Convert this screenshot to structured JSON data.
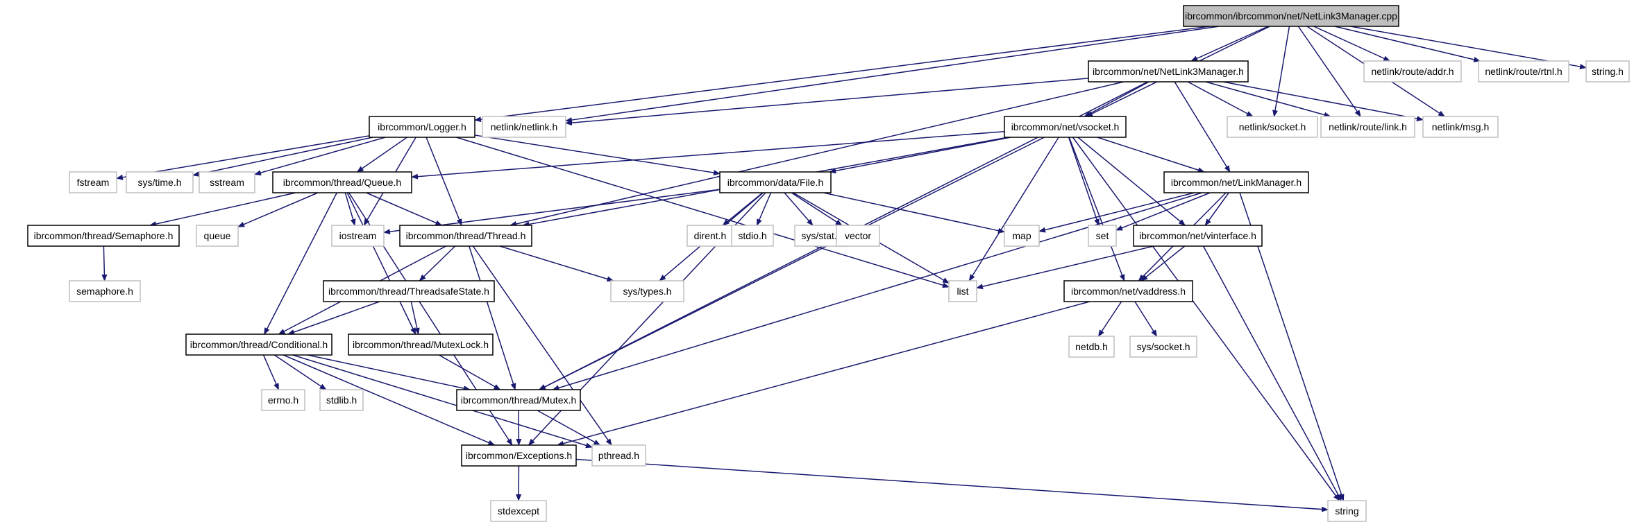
{
  "title": "ibrcommon/ibrcommon/net/NetLink3Manager.cpp include dependency graph",
  "colors": {
    "edge": "#191970",
    "root_fill": "#bfbfbf",
    "local_border": "#000000",
    "system_border": "#bfbfbf"
  },
  "nodes": [
    {
      "id": "root",
      "label": "ibrcommon/ibrcommon/net/NetLink3Manager.cpp",
      "kind": "root"
    },
    {
      "id": "nl3mh",
      "label": "ibrcommon/net/NetLink3Manager.h",
      "kind": "local"
    },
    {
      "id": "addr",
      "label": "netlink/route/addr.h",
      "kind": "sys"
    },
    {
      "id": "rtnl",
      "label": "netlink/route/rtnl.h",
      "kind": "sys"
    },
    {
      "id": "stringh",
      "label": "string.h",
      "kind": "sys"
    },
    {
      "id": "logger",
      "label": "ibrcommon/Logger.h",
      "kind": "local"
    },
    {
      "id": "netlinkh",
      "label": "netlink/netlink.h",
      "kind": "sys"
    },
    {
      "id": "vsocket",
      "label": "ibrcommon/net/vsocket.h",
      "kind": "local"
    },
    {
      "id": "nlsocket",
      "label": "netlink/socket.h",
      "kind": "sys"
    },
    {
      "id": "link",
      "label": "netlink/route/link.h",
      "kind": "sys"
    },
    {
      "id": "msg",
      "label": "netlink/msg.h",
      "kind": "sys"
    },
    {
      "id": "fstream",
      "label": "fstream",
      "kind": "sys"
    },
    {
      "id": "systime",
      "label": "sys/time.h",
      "kind": "sys"
    },
    {
      "id": "sstream",
      "label": "sstream",
      "kind": "sys"
    },
    {
      "id": "queue",
      "label": "ibrcommon/thread/Queue.h",
      "kind": "local"
    },
    {
      "id": "file",
      "label": "ibrcommon/data/File.h",
      "kind": "local"
    },
    {
      "id": "linkmgr",
      "label": "ibrcommon/net/LinkManager.h",
      "kind": "local"
    },
    {
      "id": "semaphore",
      "label": "ibrcommon/thread/Semaphore.h",
      "kind": "local"
    },
    {
      "id": "queuestd",
      "label": "queue",
      "kind": "sys"
    },
    {
      "id": "iostream",
      "label": "iostream",
      "kind": "sys"
    },
    {
      "id": "thread",
      "label": "ibrcommon/thread/Thread.h",
      "kind": "local"
    },
    {
      "id": "dirent",
      "label": "dirent.h",
      "kind": "sys"
    },
    {
      "id": "stdio",
      "label": "stdio.h",
      "kind": "sys"
    },
    {
      "id": "sysstat",
      "label": "sys/stat.h",
      "kind": "sys"
    },
    {
      "id": "vector",
      "label": "vector",
      "kind": "sys"
    },
    {
      "id": "map",
      "label": "map",
      "kind": "sys"
    },
    {
      "id": "set",
      "label": "set",
      "kind": "sys"
    },
    {
      "id": "vinterface",
      "label": "ibrcommon/net/vinterface.h",
      "kind": "local"
    },
    {
      "id": "semaphoreh",
      "label": "semaphore.h",
      "kind": "sys"
    },
    {
      "id": "systypes",
      "label": "sys/types.h",
      "kind": "sys"
    },
    {
      "id": "list",
      "label": "list",
      "kind": "sys"
    },
    {
      "id": "vaddress",
      "label": "ibrcommon/net/vaddress.h",
      "kind": "local"
    },
    {
      "id": "tss",
      "label": "ibrcommon/thread/ThreadsafeState.h",
      "kind": "local"
    },
    {
      "id": "conditional",
      "label": "ibrcommon/thread/Conditional.h",
      "kind": "local"
    },
    {
      "id": "mutexlock",
      "label": "ibrcommon/thread/MutexLock.h",
      "kind": "local"
    },
    {
      "id": "netdb",
      "label": "netdb.h",
      "kind": "sys"
    },
    {
      "id": "syssocket",
      "label": "sys/socket.h",
      "kind": "sys"
    },
    {
      "id": "errno",
      "label": "errno.h",
      "kind": "sys"
    },
    {
      "id": "stdlib",
      "label": "stdlib.h",
      "kind": "sys"
    },
    {
      "id": "mutex",
      "label": "ibrcommon/thread/Mutex.h",
      "kind": "local"
    },
    {
      "id": "exceptions",
      "label": "ibrcommon/Exceptions.h",
      "kind": "local"
    },
    {
      "id": "pthread",
      "label": "pthread.h",
      "kind": "sys"
    },
    {
      "id": "stdexcept",
      "label": "stdexcept",
      "kind": "sys"
    },
    {
      "id": "string",
      "label": "string",
      "kind": "sys"
    }
  ],
  "edges": [
    [
      "root",
      "nl3mh"
    ],
    [
      "root",
      "addr"
    ],
    [
      "root",
      "rtnl"
    ],
    [
      "root",
      "stringh"
    ],
    [
      "root",
      "logger"
    ],
    [
      "root",
      "netlinkh"
    ],
    [
      "root",
      "vsocket"
    ],
    [
      "root",
      "nlsocket"
    ],
    [
      "root",
      "link"
    ],
    [
      "root",
      "msg"
    ],
    [
      "nl3mh",
      "netlinkh"
    ],
    [
      "nl3mh",
      "vsocket"
    ],
    [
      "nl3mh",
      "nlsocket"
    ],
    [
      "nl3mh",
      "link"
    ],
    [
      "nl3mh",
      "msg"
    ],
    [
      "nl3mh",
      "linkmgr"
    ],
    [
      "nl3mh",
      "thread"
    ],
    [
      "nl3mh",
      "mutex"
    ],
    [
      "logger",
      "fstream"
    ],
    [
      "logger",
      "systime"
    ],
    [
      "logger",
      "sstream"
    ],
    [
      "logger",
      "queue"
    ],
    [
      "logger",
      "iostream"
    ],
    [
      "logger",
      "thread"
    ],
    [
      "logger",
      "list"
    ],
    [
      "logger",
      "file"
    ],
    [
      "vsocket",
      "queue"
    ],
    [
      "vsocket",
      "thread"
    ],
    [
      "vsocket",
      "file"
    ],
    [
      "vsocket",
      "linkmgr"
    ],
    [
      "vsocket",
      "list"
    ],
    [
      "vsocket",
      "set"
    ],
    [
      "vsocket",
      "vinterface"
    ],
    [
      "vsocket",
      "vaddress"
    ],
    [
      "vsocket",
      "mutex"
    ],
    [
      "vsocket",
      "string"
    ],
    [
      "queue",
      "semaphore"
    ],
    [
      "queue",
      "queuestd"
    ],
    [
      "queue",
      "iostream"
    ],
    [
      "queue",
      "thread"
    ],
    [
      "queue",
      "conditional"
    ],
    [
      "queue",
      "mutexlock"
    ],
    [
      "queue",
      "exceptions"
    ],
    [
      "file",
      "iostream"
    ],
    [
      "file",
      "dirent"
    ],
    [
      "file",
      "stdio"
    ],
    [
      "file",
      "sysstat"
    ],
    [
      "file",
      "vector"
    ],
    [
      "file",
      "map"
    ],
    [
      "file",
      "list"
    ],
    [
      "file",
      "systypes"
    ],
    [
      "file",
      "exceptions"
    ],
    [
      "linkmgr",
      "map"
    ],
    [
      "linkmgr",
      "set"
    ],
    [
      "linkmgr",
      "vinterface"
    ],
    [
      "linkmgr",
      "vaddress"
    ],
    [
      "linkmgr",
      "mutex"
    ],
    [
      "linkmgr",
      "string"
    ],
    [
      "semaphore",
      "semaphoreh"
    ],
    [
      "thread",
      "tss"
    ],
    [
      "thread",
      "conditional"
    ],
    [
      "thread",
      "systypes"
    ],
    [
      "thread",
      "mutex"
    ],
    [
      "thread",
      "pthread"
    ],
    [
      "vinterface",
      "list"
    ],
    [
      "vinterface",
      "vaddress"
    ],
    [
      "vinterface",
      "string"
    ],
    [
      "vaddress",
      "netdb"
    ],
    [
      "vaddress",
      "syssocket"
    ],
    [
      "vaddress",
      "exceptions"
    ],
    [
      "tss",
      "conditional"
    ],
    [
      "tss",
      "mutexlock"
    ],
    [
      "conditional",
      "errno"
    ],
    [
      "conditional",
      "stdlib"
    ],
    [
      "conditional",
      "mutex"
    ],
    [
      "conditional",
      "exceptions"
    ],
    [
      "conditional",
      "pthread"
    ],
    [
      "mutexlock",
      "mutex"
    ],
    [
      "mutex",
      "exceptions"
    ],
    [
      "mutex",
      "pthread"
    ],
    [
      "exceptions",
      "stdexcept"
    ],
    [
      "exceptions",
      "string"
    ]
  ]
}
